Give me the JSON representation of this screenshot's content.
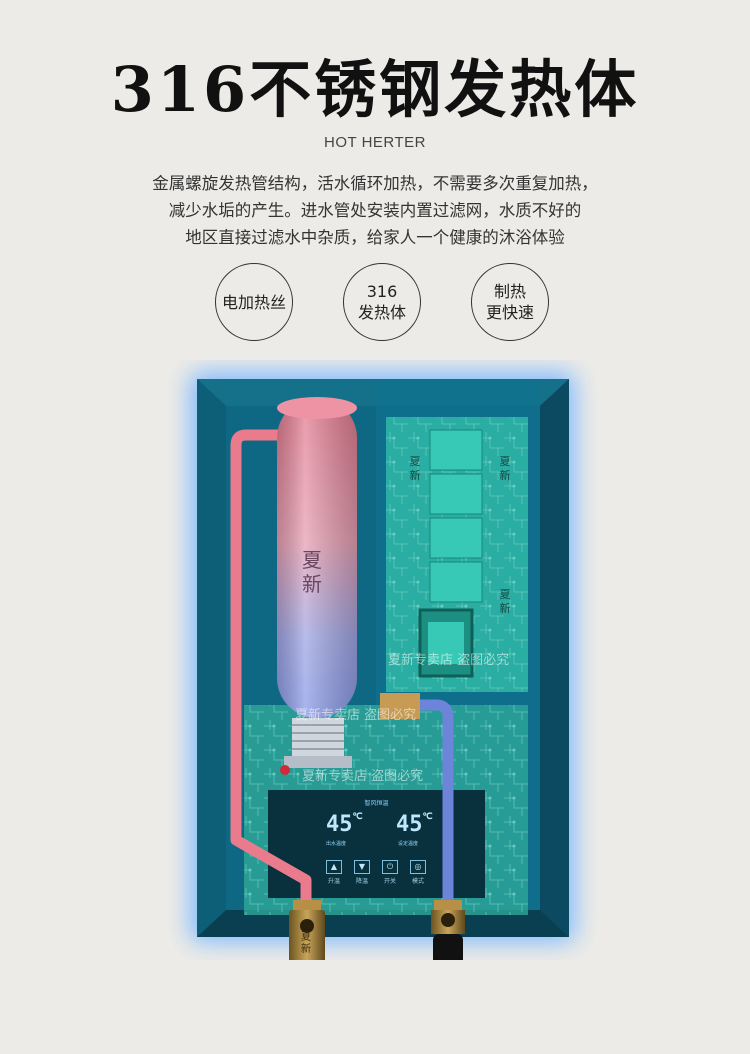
{
  "title": "316不锈钢发热体",
  "subtitle": "HOT HERTER",
  "description": [
    "金属螺旋发热管结构，活水循环加热，不需要多次重复加热，",
    "减少水垢的产生。进水管处安装内置过滤网，水质不好的",
    "地区直接过滤水中杂质，给家人一个健康的沐浴体验"
  ],
  "badges": [
    {
      "line1": "电加热丝",
      "line2": ""
    },
    {
      "line1": "316",
      "line2": "发热体"
    },
    {
      "line1": "制热",
      "line2": "更快速"
    }
  ],
  "heater": {
    "brand_top": "夏",
    "brand_bottom": "新",
    "display_left": "45",
    "display_right": "45",
    "display_unit": "℃",
    "display_header": "智风恒温",
    "label_left": "出水温度",
    "label_right": "设定温度",
    "buttons": [
      "升温",
      "降温",
      "开关",
      "模式"
    ],
    "watermark": "夏新专卖店 盗图必究"
  },
  "colors": {
    "background": "#ecebe7",
    "body": "#0d5d75",
    "glow": "#6fb6ff",
    "hot_pipe": "#e97b8d",
    "cold_pipe": "#6d85d9"
  }
}
